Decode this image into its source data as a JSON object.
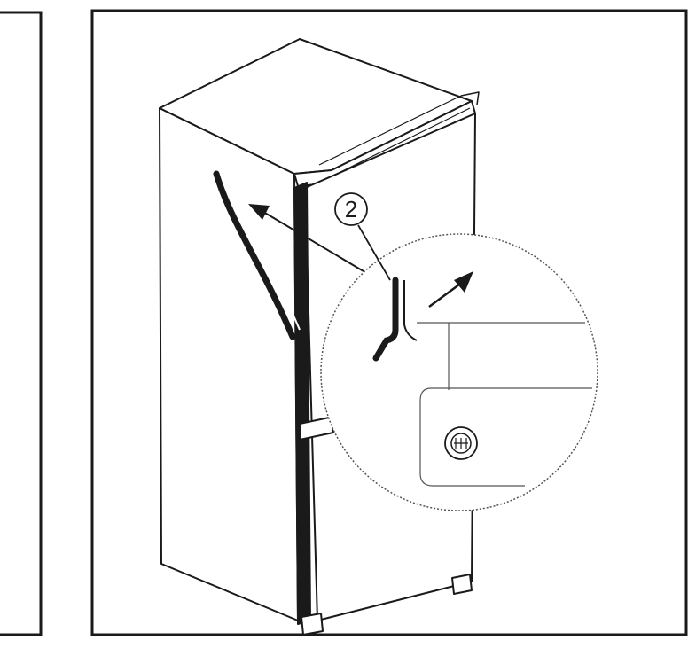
{
  "diagram": {
    "callout_label": "2",
    "colors": {
      "line": "#1a1a1a",
      "background": "#ffffff",
      "thin_line": "#555555"
    },
    "icons": [
      "fridge-illustration",
      "magnifier-detail",
      "arrow-icon",
      "screw-cap-icon"
    ]
  }
}
